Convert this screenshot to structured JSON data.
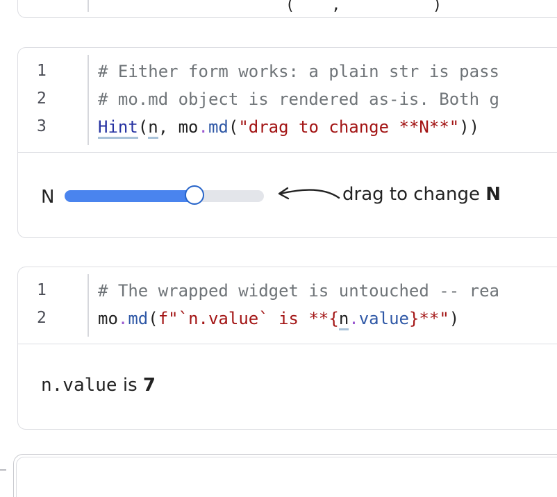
{
  "cells": [
    {
      "id": "hint-cell",
      "line_numbers": [
        "1",
        "2",
        "3"
      ],
      "code": {
        "line1": "# Either form works: a plain str is pass",
        "line2": "# mo.md object is rendered as-is. Both g",
        "line3": {
          "fn": "Hint",
          "open": "(",
          "arg": "n",
          "sep": ", ",
          "mod": "mo",
          "dot": ".",
          "attr": "md",
          "open2": "(",
          "str": "\"drag to change **N**\"",
          "close": "))"
        }
      },
      "output": {
        "slider_label": "N",
        "slider_fraction": 0.65,
        "hint_text": "drag to change ",
        "hint_bold": "N"
      }
    },
    {
      "id": "value-cell",
      "line_numbers": [
        "1",
        "2"
      ],
      "code": {
        "line1": "# The wrapped widget is untouched -- rea",
        "line2": {
          "mod": "mo",
          "dot": ".",
          "attr": "md",
          "open": "(",
          "str_a": "f\"`n.value` is **{",
          "var": "n",
          "dot2": ".",
          "attr2": "value",
          "str_b": "}**\"",
          "close": ")"
        }
      },
      "output": {
        "result_code": "n.value",
        "result_text": " is ",
        "result_value": "7"
      }
    }
  ],
  "top_cell": {
    "residue": "(    ,          )"
  },
  "colors": {
    "slider_fill": "#4a84ee",
    "slider_track": "#e3e5ea",
    "string": "#a31515",
    "function": "#2733a2",
    "comment": "#6f7478"
  }
}
